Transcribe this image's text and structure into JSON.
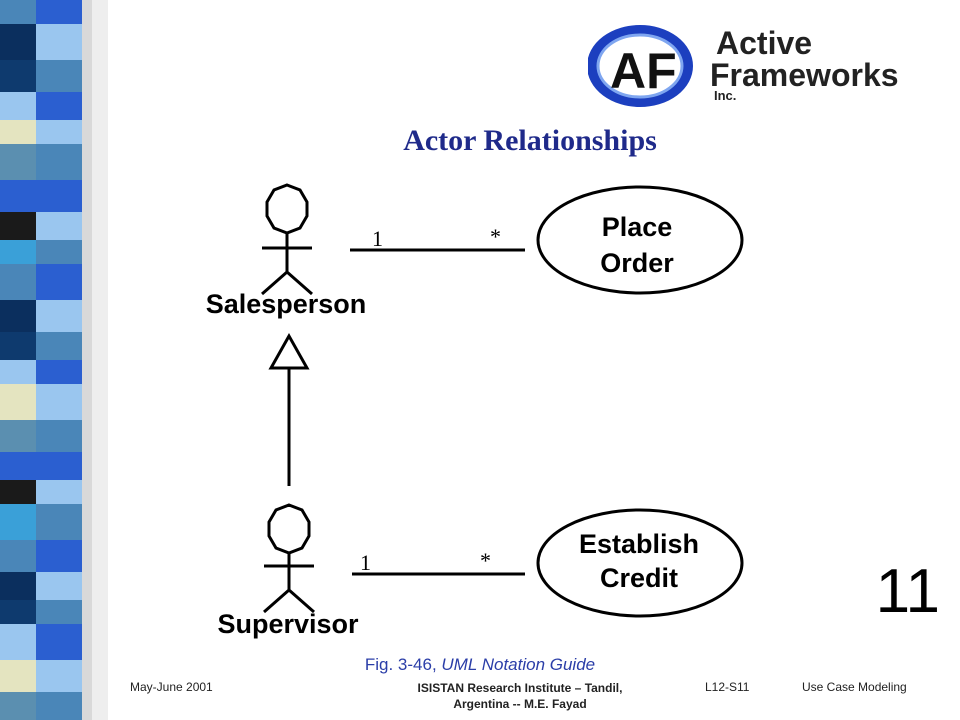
{
  "title": "Actor Relationships",
  "logo": {
    "line1": "Active",
    "line2": "Frameworks",
    "line3": "Inc.",
    "monogram": "AF"
  },
  "actors": [
    {
      "label": "Salesperson",
      "multiplicity_actor": "1",
      "multiplicity_usecase": "*"
    },
    {
      "label": "Supervisor",
      "multiplicity_actor": "1",
      "multiplicity_usecase": "*"
    }
  ],
  "use_cases": [
    {
      "line1": "Place",
      "line2": "Order"
    },
    {
      "line1": "Establish",
      "line2": "Credit"
    }
  ],
  "slide_number": "11",
  "caption": {
    "prefix": "Fig. 3-46, ",
    "source": "UML Notation Guide"
  },
  "footer": {
    "left": "May-June 2001",
    "center_line1": "ISISTAN Research Institute – Tandil,",
    "center_line2": "Argentina -- M.E. Fayad",
    "code": "L12-S11",
    "right": "Use Case Modeling"
  },
  "colors": {
    "title": "#1f2a8a",
    "caption": "#2b3ea8",
    "logo_blue": "#1c3fbf"
  }
}
